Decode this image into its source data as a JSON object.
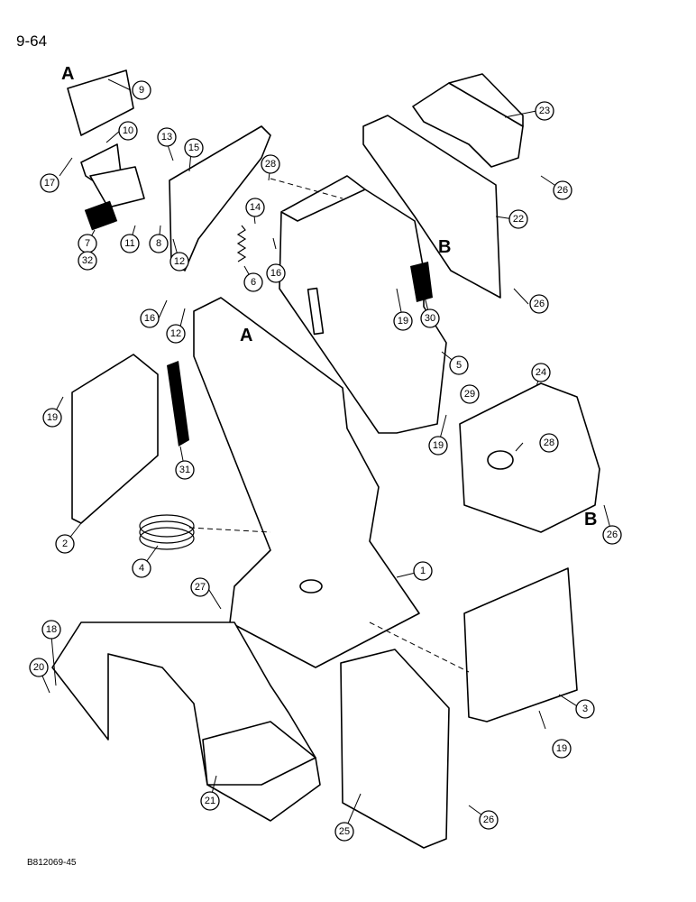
{
  "page_label": "9-64",
  "figure_code": "B812069-45",
  "reference_letters": {
    "a": "A",
    "b": "B"
  },
  "callouts": [
    "1",
    "2",
    "3",
    "4",
    "5",
    "6",
    "7",
    "8",
    "9",
    "10",
    "11",
    "12",
    "13",
    "14",
    "15",
    "16",
    "17",
    "18",
    "19",
    "20",
    "21",
    "22",
    "23",
    "24",
    "25",
    "26",
    "27",
    "28",
    "29",
    "30",
    "31",
    "32"
  ]
}
